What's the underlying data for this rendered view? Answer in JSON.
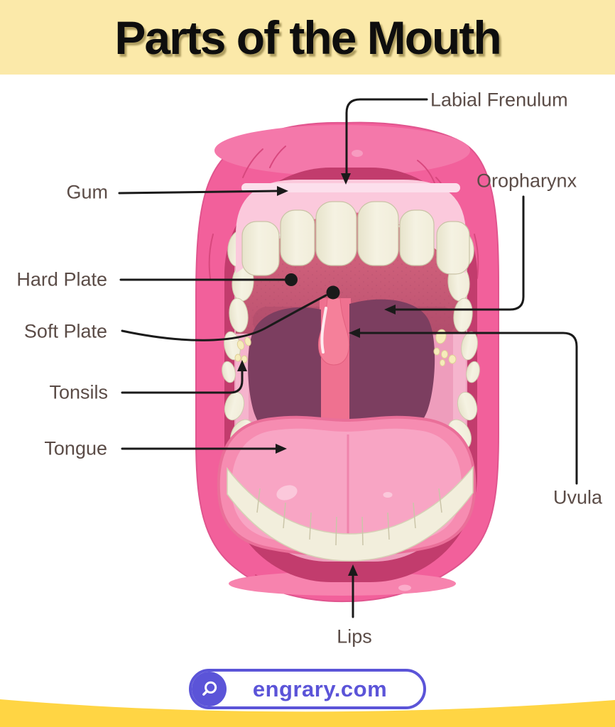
{
  "header": {
    "title": "Parts of the Mouth",
    "background_color": "#FBE9A9"
  },
  "diagram": {
    "labels": [
      {
        "id": "labial-frenulum",
        "text": "Labial Frenulum"
      },
      {
        "id": "gum",
        "text": "Gum"
      },
      {
        "id": "oropharynx",
        "text": "Oropharynx"
      },
      {
        "id": "hard-plate",
        "text": "Hard Plate"
      },
      {
        "id": "soft-plate",
        "text": "Soft Plate"
      },
      {
        "id": "tonsils",
        "text": "Tonsils"
      },
      {
        "id": "tongue",
        "text": "Tongue"
      },
      {
        "id": "uvula",
        "text": "Uvula"
      },
      {
        "id": "lips",
        "text": "Lips"
      }
    ],
    "colors": {
      "lip_pink": "#F2609B",
      "inner_ring": "#C23C6D",
      "gum_pink": "#FBC9DC",
      "palate_rose": "#D4627E",
      "oropharynx_plum": "#7C3E60",
      "tongue_pink": "#F68CB1",
      "teeth_cream": "#F2EEDC",
      "leader_line": "#1A1A1A",
      "label_text": "#5B4C47"
    }
  },
  "footer": {
    "brand": "engrary.com",
    "icon": "magnifier",
    "accent_color": "#5B54D8",
    "band_color": "#FFD544"
  }
}
